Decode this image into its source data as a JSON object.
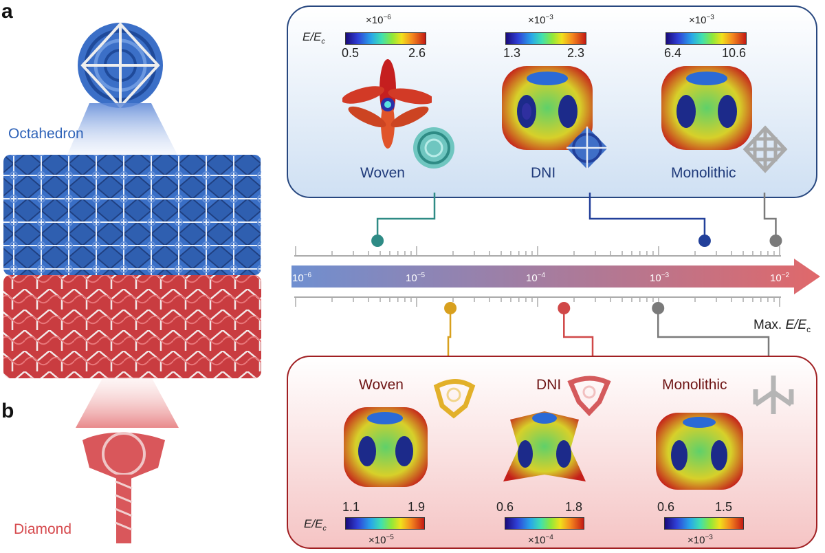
{
  "panels": {
    "a": "a",
    "b": "b"
  },
  "structures": {
    "top": "Octahedron",
    "bottom": "Diamond"
  },
  "top_box": {
    "ratio_label": "E/E",
    "ratio_sub": "c",
    "items": [
      {
        "name": "Woven",
        "scale": "×10",
        "scale_exp": "−6",
        "min": "0.5",
        "max": "2.6"
      },
      {
        "name": "DNI",
        "scale": "×10",
        "scale_exp": "−3",
        "min": "1.3",
        "max": "2.3"
      },
      {
        "name": "Monolithic",
        "scale": "×10",
        "scale_exp": "−3",
        "min": "6.4",
        "max": "10.6"
      }
    ]
  },
  "bottom_box": {
    "ratio_label": "E/E",
    "ratio_sub": "c",
    "items": [
      {
        "name": "Woven",
        "scale": "×10",
        "scale_exp": "−5",
        "min": "1.1",
        "max": "1.9"
      },
      {
        "name": "DNI",
        "scale": "×10",
        "scale_exp": "−4",
        "min": "0.6",
        "max": "1.8"
      },
      {
        "name": "Monolithic",
        "scale": "×10",
        "scale_exp": "−3",
        "min": "0.6",
        "max": "1.5"
      }
    ]
  },
  "axis": {
    "ticks": [
      {
        "base": "10",
        "exp": "−6"
      },
      {
        "base": "10",
        "exp": "−5"
      },
      {
        "base": "10",
        "exp": "−4"
      },
      {
        "base": "10",
        "exp": "−3"
      },
      {
        "base": "10",
        "exp": "−2"
      }
    ],
    "label_prefix": "Max. ",
    "label_var": "E/E",
    "label_sub": "c"
  },
  "colors": {
    "octahedron_blue": "#2f63b8",
    "diamond_red": "#d64a4e",
    "top_box_border": "#27477f",
    "bottom_box_border": "#a01f22",
    "woven_octa_teal": "#2e8b85",
    "dni_octa_navy": "#22409a",
    "mono_grey": "#7a7a7a",
    "woven_dia_gold": "#d8a01e",
    "dni_dia_red": "#d04848"
  },
  "markers": {
    "octahedron": {
      "woven": 4.75e-06,
      "dni": 0.0024,
      "monolithic": 0.0093
    },
    "diamond": {
      "woven": 1.9e-05,
      "dni": 0.000165,
      "monolithic": 0.00099
    }
  }
}
